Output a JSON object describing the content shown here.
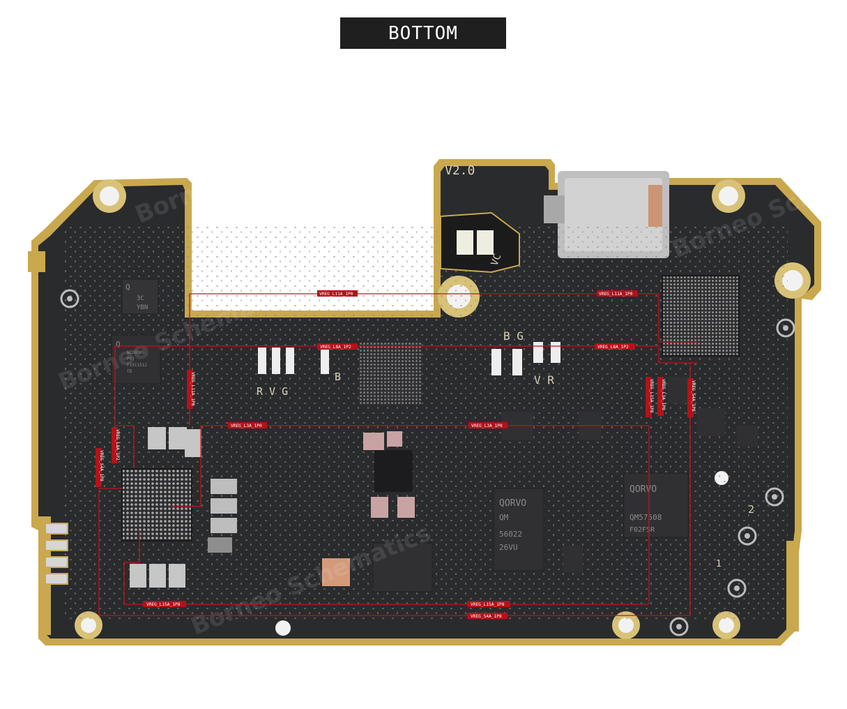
{
  "header": {
    "title": "BOTTOM"
  },
  "board": {
    "revision": "V2.0",
    "silkscreen": {
      "b_g": "B G",
      "v_r": "V R",
      "r_v_g": "R  V G",
      "b": "B",
      "vc": "VC",
      "num1": "1",
      "num2": "2"
    },
    "watermark": "Borneo Schematics"
  },
  "chips": {
    "qorvo_left": {
      "line1": "QORVO",
      "line2": "QM",
      "line3": "56022",
      "line4": "26VU"
    },
    "qorvo_right": {
      "line1": "QORVO",
      "line2": "QM57508",
      "line3": "F02FSR"
    },
    "qualcomm_small": {
      "line1": "Q",
      "line2": "3C",
      "line3": "YBN"
    },
    "qualcomm_mid": {
      "line1": "Q",
      "line2": "WCD9385",
      "line3": "P0Y",
      "line4": "F1911512",
      "line5": "TD"
    }
  },
  "nets": {
    "l11a_left": "VREG_L11A_1P0",
    "l11a_right": "VREG_L11A_1P0",
    "l11a_vertical": "VREG_L11A_1P0",
    "l8a_left": "VREG_L8A_1P2",
    "l8a_right": "VREG_L8A_1P2",
    "l8a_vertical": "VREG_L8A_1P2",
    "l3a_left": "VREG_L3A_1P0",
    "l3a_right": "VREG_L3A_1P0",
    "l3a_vertical": "VREG_L3A_1P0",
    "l15a_left": "VREG_L15A_1P8",
    "l15a_right": "VREG_L15A_1P8",
    "l15a_vertical": "VREG_L15A_1P8",
    "s4a_bottom": "VREG_S4A_1P8",
    "s4a_left": "VREG_S4A_1P8",
    "s4a_right": "VREG_S4A_1P8"
  },
  "colors": {
    "pcb": "#2a2b2d",
    "gold": "#c9a84e",
    "trace": "#c0141a",
    "label_bg": "#b3121a"
  }
}
